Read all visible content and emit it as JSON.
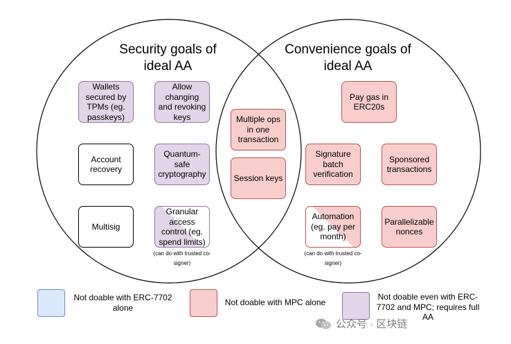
{
  "circles": {
    "left_title": "Security goals of ideal AA",
    "right_title": "Convenience goals of ideal AA"
  },
  "boxes": {
    "wallets_tpm": "Wallets secured by TPMs (eg. passkeys)",
    "allow_changing_keys": "Allow changing and revoking keys",
    "account_recovery": "Account recovery",
    "quantum_safe": "Quantum-safe cryptography",
    "multisig": "Multisig",
    "granular_access": "Granular access control (eg. spend limits)",
    "granular_note": "(can do with trusted co-signer)",
    "multiple_ops": "Multiple ops in one transaction",
    "session_keys": "Session keys",
    "pay_gas": "Pay gas in ERC20s",
    "signature_batch": "Signature batch verification",
    "sponsored_tx": "Sponsored transactions",
    "automation": "Automation (eg. pay per month)",
    "automation_note": "(can do with trusted co-signer)",
    "parallelizable": "Parallelizable nonces"
  },
  "legend": {
    "blue_label": "Not doable with ERC-7702 alone",
    "red_label": "Not doable with MPC alone",
    "purple_label": "Not doable even with ERC-7702 and MPC; requires full AA"
  },
  "colors": {
    "purple_fill": "#e1d5e7",
    "purple_border": "#9673a6",
    "red_fill": "#f8cecc",
    "red_border": "#b85450",
    "blue_fill": "#dae8fc",
    "blue_border": "#6c8ebf"
  },
  "watermark": {
    "text": "公众号 · 区块链"
  }
}
